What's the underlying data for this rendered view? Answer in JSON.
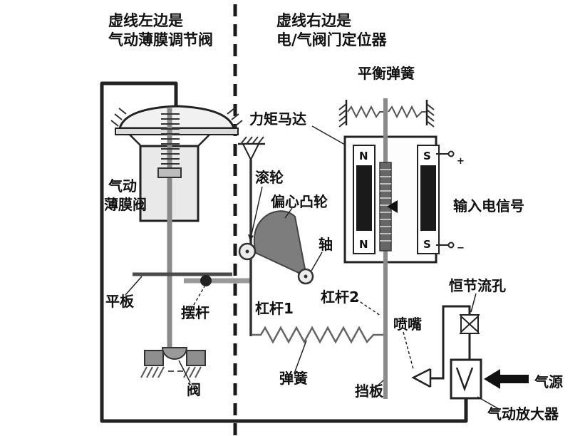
{
  "titles": {
    "left_line1": "虚线左边是",
    "left_line2": "气动薄膜调节阀",
    "right_line1": "虚线右边是",
    "right_line2": "电/气阀门定位器"
  },
  "labels": {
    "balance_spring": "平衡弹簧",
    "torque_motor": "力矩马达",
    "input_signal": "输入电信号",
    "diaphragm_valve_l1": "气动",
    "diaphragm_valve_l2": "薄膜阀",
    "roller": "滚轮",
    "eccentric_cam": "偏心凸轮",
    "shaft": "轴",
    "flat_plate": "平板",
    "swing_rod": "摆杆",
    "lever1": "杠杆1",
    "lever2": "杠杆2",
    "constant_orifice": "恒节流孔",
    "nozzle": "喷嘴",
    "spring": "弹簧",
    "flapper": "挡板",
    "valve": "阀",
    "air_source": "气源",
    "pneumatic_amplifier": "气动放大器"
  },
  "motor": {
    "pole_n": "N",
    "pole_s": "S",
    "plus": "+",
    "minus": "−"
  },
  "colors": {
    "line": "#1f1f1f",
    "grey_part": "#8a8a8a",
    "cam_fill": "#7d7d7d",
    "magnet_fill": "#1a1a1a"
  }
}
